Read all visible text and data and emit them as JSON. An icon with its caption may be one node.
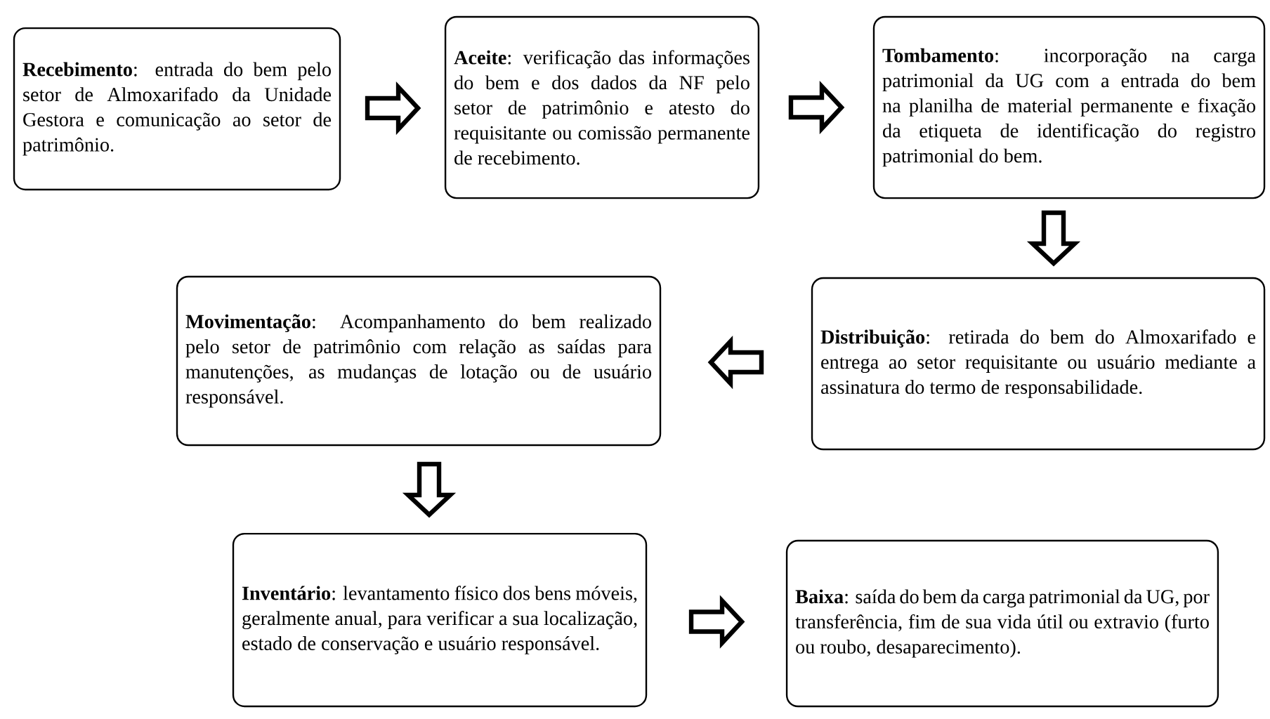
{
  "diagram": {
    "nodes": [
      {
        "text": [
          "**Recebimento**: entrada do bem pelo setor de Almoxarifado da Unidade Gestora e comunicação ao setor de patrimônio."
        ]
      },
      {
        "text": [
          "**Aceite**: verificação das informações do bem e dos dados da NF pelo setor de patrimônio e atesto do requisitante ou comissão permanente de recebimento."
        ]
      },
      {
        "text": [
          "**Tombamento**: incorporação na carga patrimonial da UG com a entrada do bem na planilha de material permanente e fixação da etiqueta de identificação do registro patrimonial do bem."
        ]
      },
      {
        "text": [
          "**Distribuição**: retirada do bem do Almoxarifado e entrega ao setor requisitante ou usuário mediante a assinatura do termo de responsabilidade."
        ]
      },
      {
        "text": [
          "**Movimentação**: Acompanhamento do bem realizado pelo setor de patrimônio com relação as saídas para manutenções, as mudanças de lotação ou de usuário responsável."
        ]
      },
      {
        "text": [
          "**Inventário**: levantamento físico dos bens móveis, geralmente anual, para verificar a sua localização, estado de conservação e usuário responsável."
        ]
      },
      {
        "text": [
          "**Baixa**: saída do bem da carga patrimonial da UG, por transferência, fim de sua vida útil ou extravio (furto ou roubo, desaparecimento)."
        ]
      }
    ],
    "edges": [
      {
        "from": 0,
        "to": 1,
        "arrow": "to"
      },
      {
        "from": 1,
        "to": 2,
        "arrow": "to"
      },
      {
        "from": 2,
        "to": 3,
        "arrow": "to"
      },
      {
        "from": 3,
        "to": 4,
        "arrow": "to"
      },
      {
        "from": 4,
        "to": 5,
        "arrow": "to"
      },
      {
        "from": 5,
        "to": 6,
        "arrow": "to"
      }
    ]
  }
}
